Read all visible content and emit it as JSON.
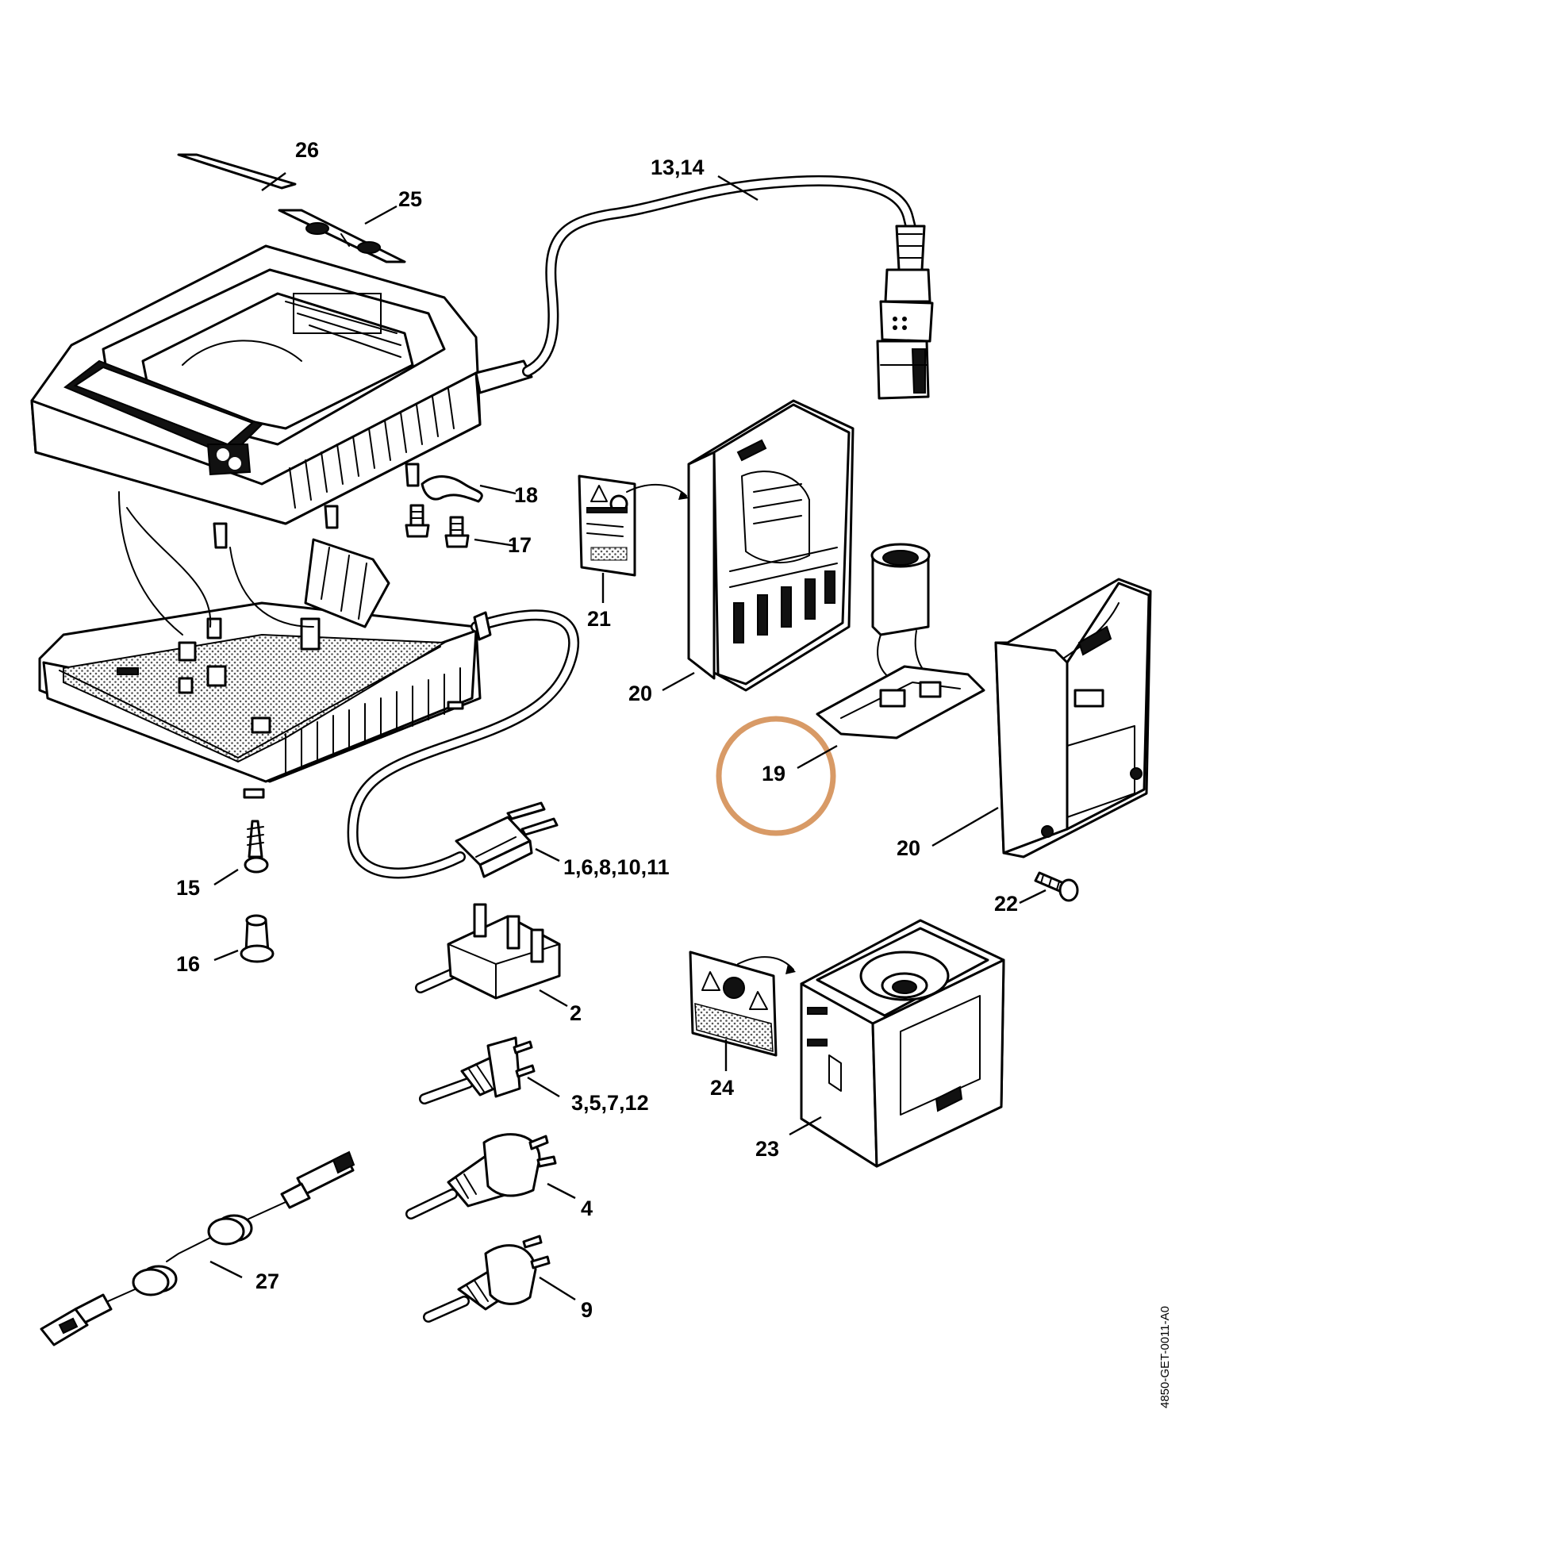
{
  "diagram": {
    "drawing_code": "4850-GET-0011-A0",
    "highlight": {
      "label": "19",
      "color": "#d89a66"
    },
    "parts": [
      {
        "id": "26",
        "label": "26",
        "name": "label-strip"
      },
      {
        "id": "25",
        "label": "25",
        "name": "symbol-label"
      },
      {
        "id": "13-14",
        "label": "13,14",
        "name": "connection-cable"
      },
      {
        "id": "18",
        "label": "18",
        "name": "spring-clip"
      },
      {
        "id": "17",
        "label": "17",
        "name": "screw"
      },
      {
        "id": "21",
        "label": "21",
        "name": "warning-label"
      },
      {
        "id": "20a",
        "label": "20",
        "name": "housing-half-left"
      },
      {
        "id": "19",
        "label": "19",
        "name": "contact-plate"
      },
      {
        "id": "20b",
        "label": "20",
        "name": "housing-half-right"
      },
      {
        "id": "22",
        "label": "22",
        "name": "housing-screw"
      },
      {
        "id": "15",
        "label": "15",
        "name": "tapping-screw"
      },
      {
        "id": "16",
        "label": "16",
        "name": "rubber-foot"
      },
      {
        "id": "1-6-8-10-11",
        "label": "1,6,8,10,11",
        "name": "mains-cable-euro"
      },
      {
        "id": "2",
        "label": "2",
        "name": "mains-cable-uk"
      },
      {
        "id": "24",
        "label": "24",
        "name": "adapter-label"
      },
      {
        "id": "23",
        "label": "23",
        "name": "battery-adapter"
      },
      {
        "id": "3-5-7-12",
        "label": "3,5,7,12",
        "name": "mains-cable-us"
      },
      {
        "id": "4",
        "label": "4",
        "name": "mains-cable-au"
      },
      {
        "id": "27",
        "label": "27",
        "name": "usb-cable"
      },
      {
        "id": "9",
        "label": "9",
        "name": "mains-cable-cn"
      }
    ]
  }
}
